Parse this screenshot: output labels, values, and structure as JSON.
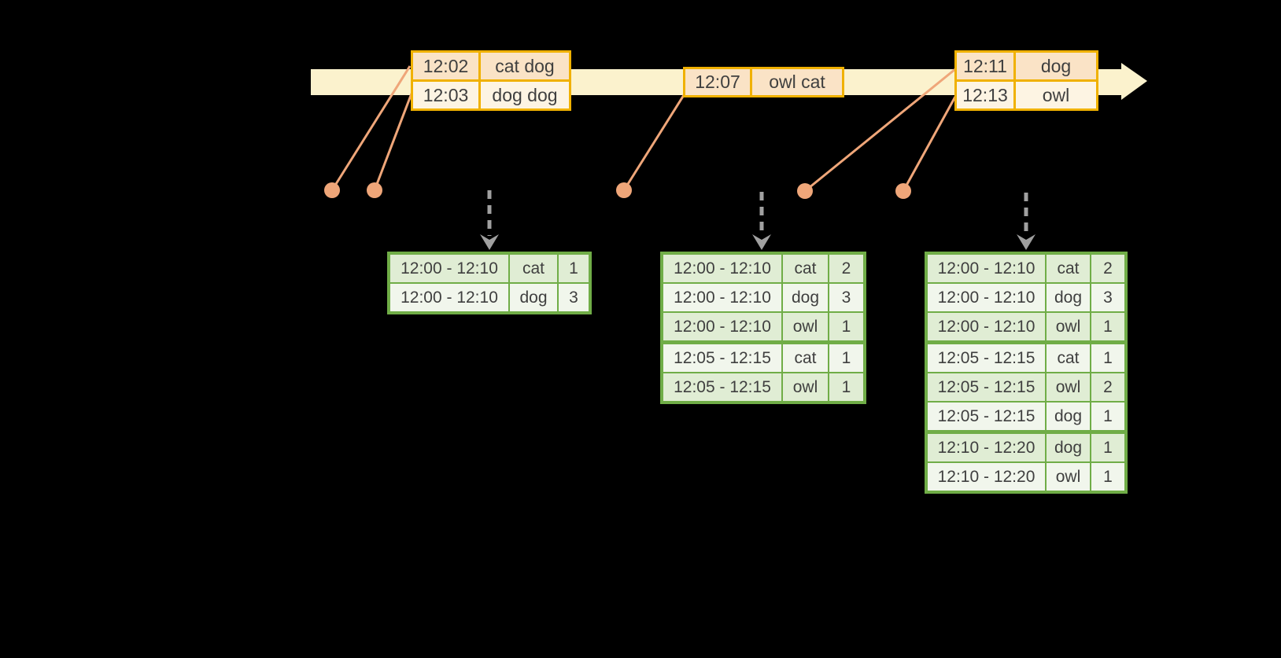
{
  "timeline": {
    "event_batches": [
      {
        "rows": [
          {
            "time": "12:02",
            "words": "cat dog"
          },
          {
            "time": "12:03",
            "words": "dog dog"
          }
        ]
      },
      {
        "rows": [
          {
            "time": "12:07",
            "words": "owl cat"
          }
        ]
      },
      {
        "rows": [
          {
            "time": "12:11",
            "words": "dog"
          },
          {
            "time": "12:13",
            "words": "owl"
          }
        ]
      }
    ]
  },
  "result_tables": [
    {
      "rows": [
        {
          "window": "12:00 - 12:10",
          "word": "cat",
          "count": "1"
        },
        {
          "window": "12:00 - 12:10",
          "word": "dog",
          "count": "3"
        }
      ]
    },
    {
      "rows": [
        {
          "window": "12:00 - 12:10",
          "word": "cat",
          "count": "2"
        },
        {
          "window": "12:00 - 12:10",
          "word": "dog",
          "count": "3"
        },
        {
          "window": "12:00 - 12:10",
          "word": "owl",
          "count": "1"
        },
        {
          "window": "12:05 - 12:15",
          "word": "cat",
          "count": "1"
        },
        {
          "window": "12:05 - 12:15",
          "word": "owl",
          "count": "1"
        }
      ]
    },
    {
      "rows": [
        {
          "window": "12:00 - 12:10",
          "word": "cat",
          "count": "2"
        },
        {
          "window": "12:00 - 12:10",
          "word": "dog",
          "count": "3"
        },
        {
          "window": "12:00 - 12:10",
          "word": "owl",
          "count": "1"
        },
        {
          "window": "12:05 - 12:15",
          "word": "cat",
          "count": "1"
        },
        {
          "window": "12:05 - 12:15",
          "word": "owl",
          "count": "2"
        },
        {
          "window": "12:05 - 12:15",
          "word": "dog",
          "count": "1"
        },
        {
          "window": "12:10 - 12:20",
          "word": "dog",
          "count": "1"
        },
        {
          "window": "12:10 - 12:20",
          "word": "owl",
          "count": "1"
        }
      ]
    }
  ],
  "colors": {
    "background": "#000000",
    "timeline_band": "#FBF2CD",
    "event_table_border": "#F0B100",
    "event_row_dark": "#FAE3C6",
    "event_row_light": "#FDF4E3",
    "connector": "#EFA679",
    "trigger_arrow": "#A0A0A0",
    "result_table_border": "#70AD47",
    "result_row_dark": "#E0EDD4",
    "result_row_light": "#F1F6EC",
    "text": "#3F3F3F"
  }
}
